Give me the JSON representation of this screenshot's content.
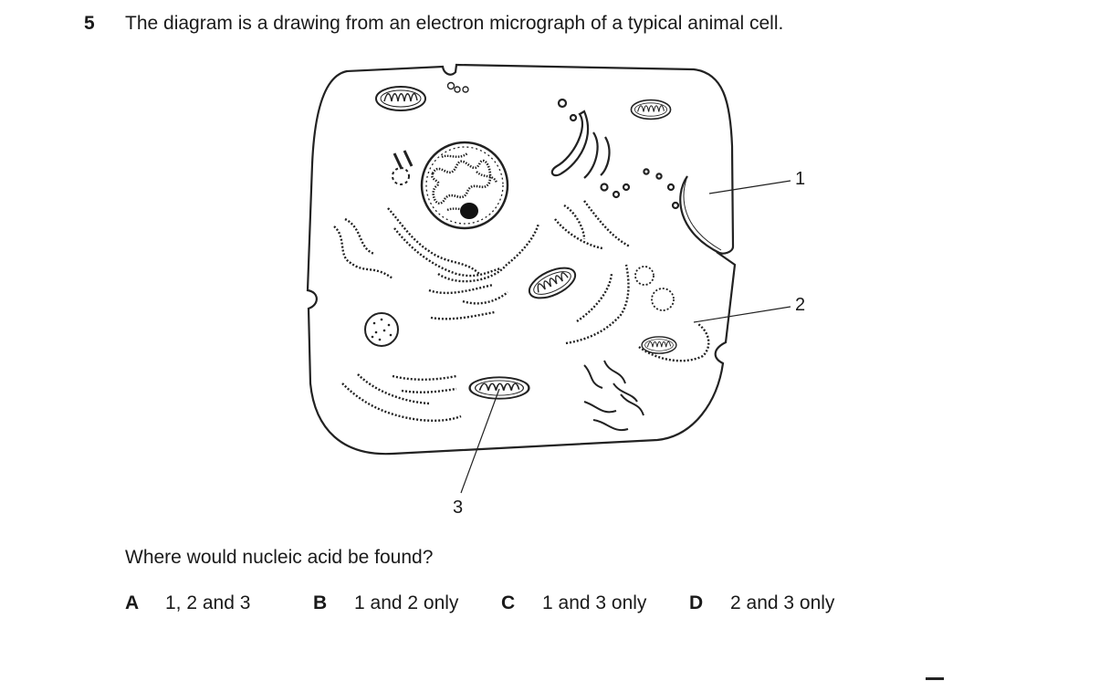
{
  "question": {
    "number": "5",
    "text": "The diagram is a drawing from an electron micrograph of a typical animal cell."
  },
  "diagram": {
    "labels": [
      "1",
      "2",
      "3"
    ]
  },
  "prompt": "Where would nucleic acid be found?",
  "options": [
    {
      "letter": "A",
      "text": "1, 2 and 3"
    },
    {
      "letter": "B",
      "text": "1 and 2 only"
    },
    {
      "letter": "C",
      "text": "1 and 3 only"
    },
    {
      "letter": "D",
      "text": "2 and 3 only"
    }
  ]
}
